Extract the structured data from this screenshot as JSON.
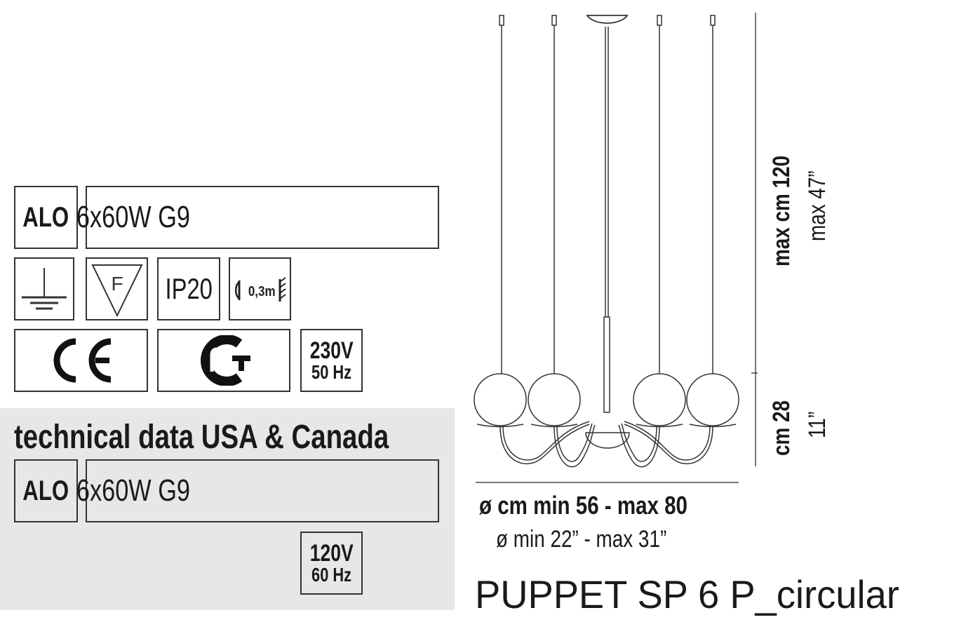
{
  "specs_eu": {
    "lamp_type": "ALO",
    "lamp_spec": "6x60W G9",
    "ground_symbol": "earth-ground-icon",
    "f_mark_symbol": "F",
    "ip_rating": "IP20",
    "min_distance": "0,3m",
    "ce_mark": "CE",
    "pct_mark": "PCT",
    "voltage": "230V",
    "frequency": "50 Hz"
  },
  "specs_usa": {
    "title": "technical data USA & Canada",
    "lamp_type": "ALO",
    "lamp_spec": "6x60W G9",
    "voltage": "120V",
    "frequency": "60 Hz"
  },
  "dimensions": {
    "height_max_cm": "max cm 120",
    "height_max_in": "max 47”",
    "height_body_cm": "cm 28",
    "height_body_in": "11”",
    "diameter_cm": "ø cm min 56 - max 80",
    "diameter_in": "ø min 22” - max 31”"
  },
  "product_name": "PUPPET SP 6 P_circular",
  "colors": {
    "line": "#333333",
    "panel_bg": "#e6e7e8",
    "text": "#1a1a1a"
  }
}
